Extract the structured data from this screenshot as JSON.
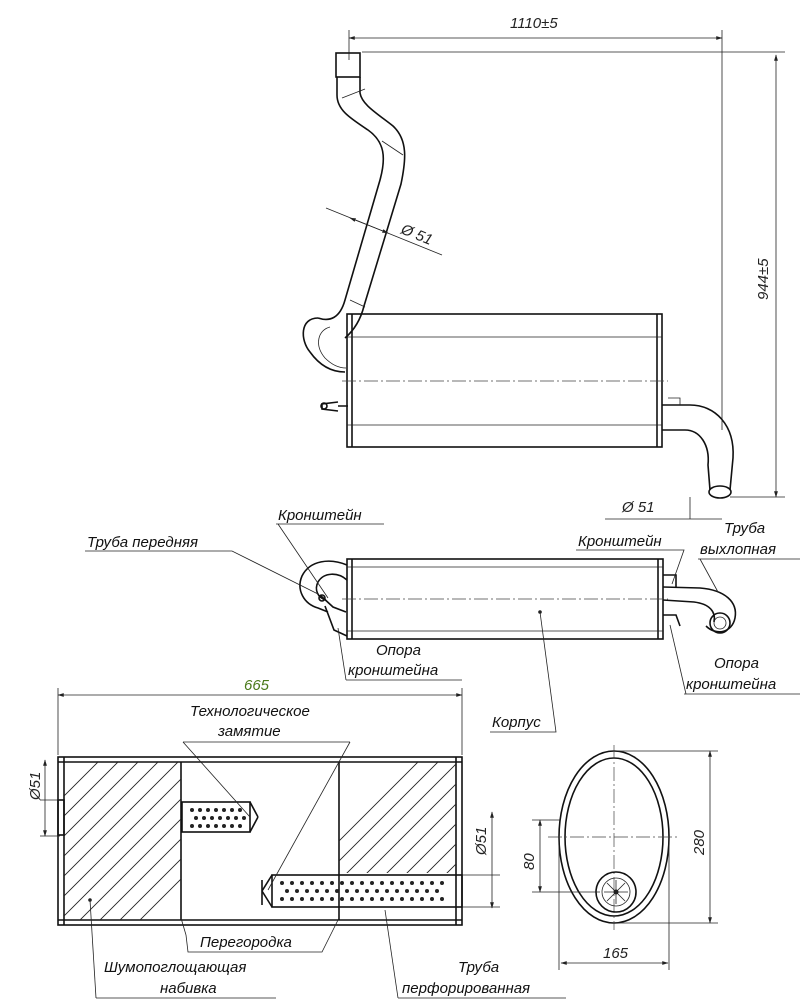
{
  "dimensions": {
    "overall_length": "1110±5",
    "overall_height": "944±5",
    "pipe_diameter_top": "Ø 51",
    "pipe_diameter_outlet": "Ø 51",
    "section_length": "665",
    "inlet_diameter": "Ø51",
    "outlet_diameter": "Ø51",
    "offset_80": "80",
    "height_280": "280",
    "width_165": "165"
  },
  "labels": {
    "front_pipe": "Труба передняя",
    "bracket_left": "Кронштейн",
    "bracket_right": "Кронштейн",
    "exhaust_pipe_line1": "Труба",
    "exhaust_pipe_line2": "выхлопная",
    "bracket_support_left_line1": "Опора",
    "bracket_support_left_line2": "кронштейна",
    "bracket_support_right_line1": "Опора",
    "bracket_support_right_line2": "кронштейна",
    "body": "Корпус",
    "tech_crimp_line1": "Технологическое",
    "tech_crimp_line2": "замятие",
    "partition": "Перегородка",
    "absorbing_line1": "Шумопоглощающая",
    "absorbing_line2": "набивка",
    "perf_pipe_line1": "Труба",
    "perf_pipe_line2": "перфорированная"
  },
  "colors": {
    "line": "#111111",
    "section_dimension": "#4a7a1a"
  }
}
